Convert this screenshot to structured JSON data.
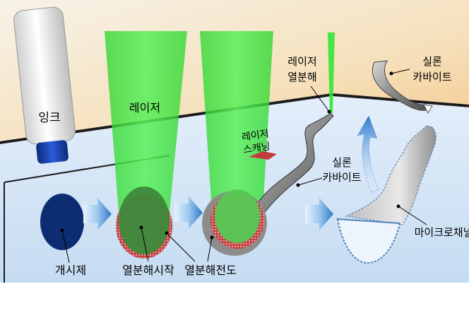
{
  "labels": {
    "ink": "잉크",
    "laser_center": "레이저",
    "laser_scanning": [
      "레이저",
      "스캐닝"
    ],
    "laser_pyrolysis": [
      "레이저",
      "열분해"
    ],
    "carbon_wall_top": [
      "실론",
      "카바이트"
    ],
    "carbon_wall_mid": [
      "실론",
      "카바이트"
    ],
    "initiator": "개시제",
    "pyrolysis_start": "열분해시작",
    "pyrolysis_propagation": "열분해전도",
    "microchannel": "마이크로채널"
  },
  "colors": {
    "background_top": "#ffffff",
    "wall": "#f5d6a8",
    "substrate": "#cfe3f6",
    "laser": "#33e633",
    "flow_arrow": "#3a8fd8",
    "initiator_dot": "#0a2a6e",
    "heat_ring": "#c23b3b",
    "carbon": "#7a7a7a"
  }
}
